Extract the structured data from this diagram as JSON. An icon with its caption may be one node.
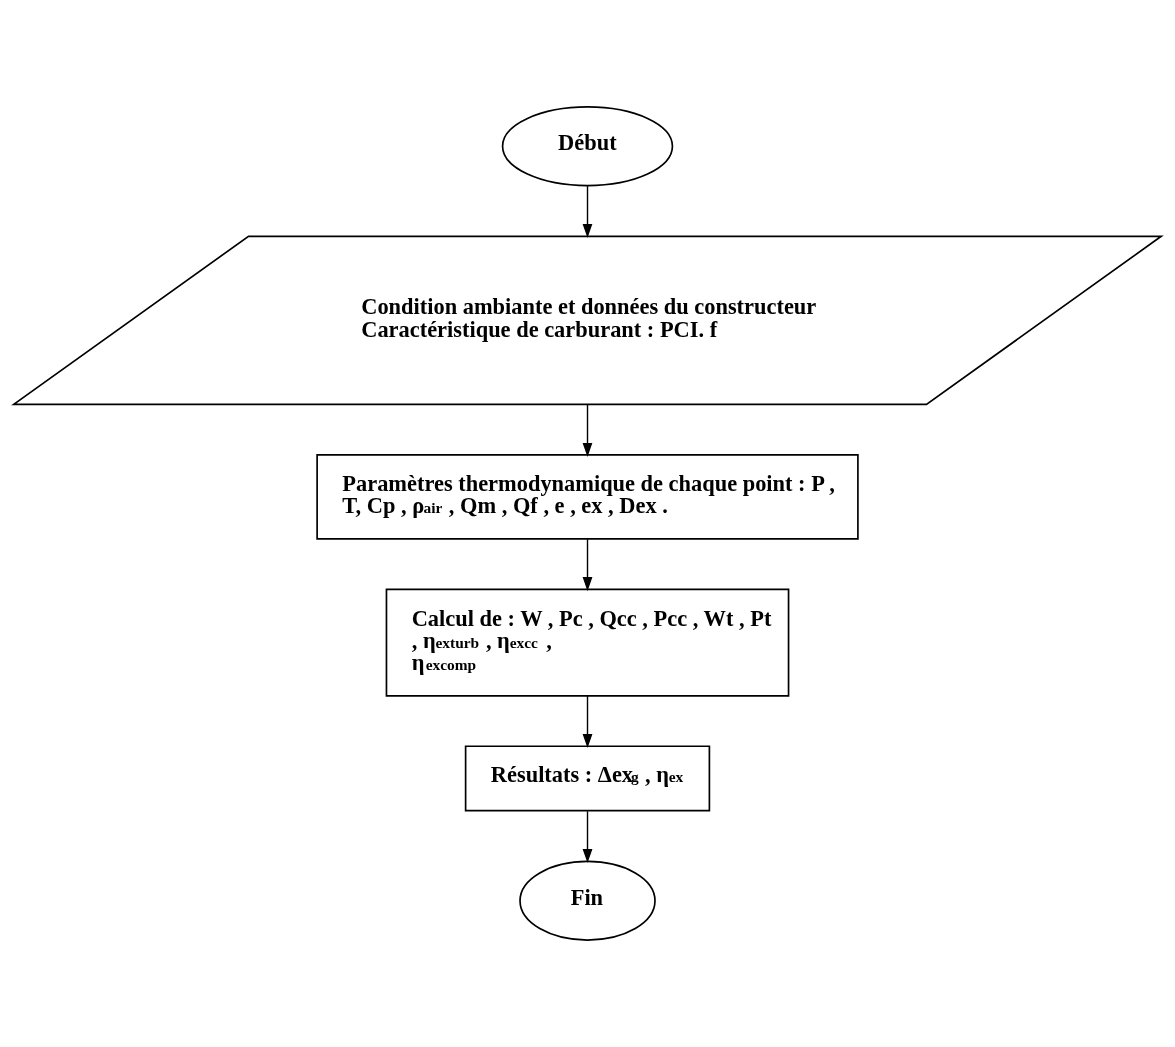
{
  "diagram": {
    "nodes": [
      {
        "text": [
          "Début"
        ]
      },
      {
        "text": [
          "Condition ambiante et données du constructeur",
          "Caractéristique de carburant : PCI. f"
        ]
      },
      {
        "text": [
          "Paramètres thermodynamique de chaque point : P , T, Cp , ρ$_{air}$ , Qm , Qf , e , ex , Dex ."
        ]
      },
      {
        "text": [
          "Calcul de : W , Pc , Qcc , Pcc , Wt , Pt , η$_{exturb}$ , η$_{excc}$ , η$_{excomp}$"
        ]
      },
      {
        "text": [
          "Résultats : Δex$_{g}$ , η$_{ex}$"
        ]
      },
      {
        "text": [
          "Fin"
        ]
      }
    ],
    "edges": [
      {
        "from": 0,
        "to": 1,
        "arrow": "to"
      },
      {
        "from": 1,
        "to": 2,
        "arrow": "to"
      },
      {
        "from": 2,
        "to": 3,
        "arrow": "to"
      },
      {
        "from": 3,
        "to": 4,
        "arrow": "to"
      },
      {
        "from": 4,
        "to": 5,
        "arrow": "to"
      }
    ]
  }
}
